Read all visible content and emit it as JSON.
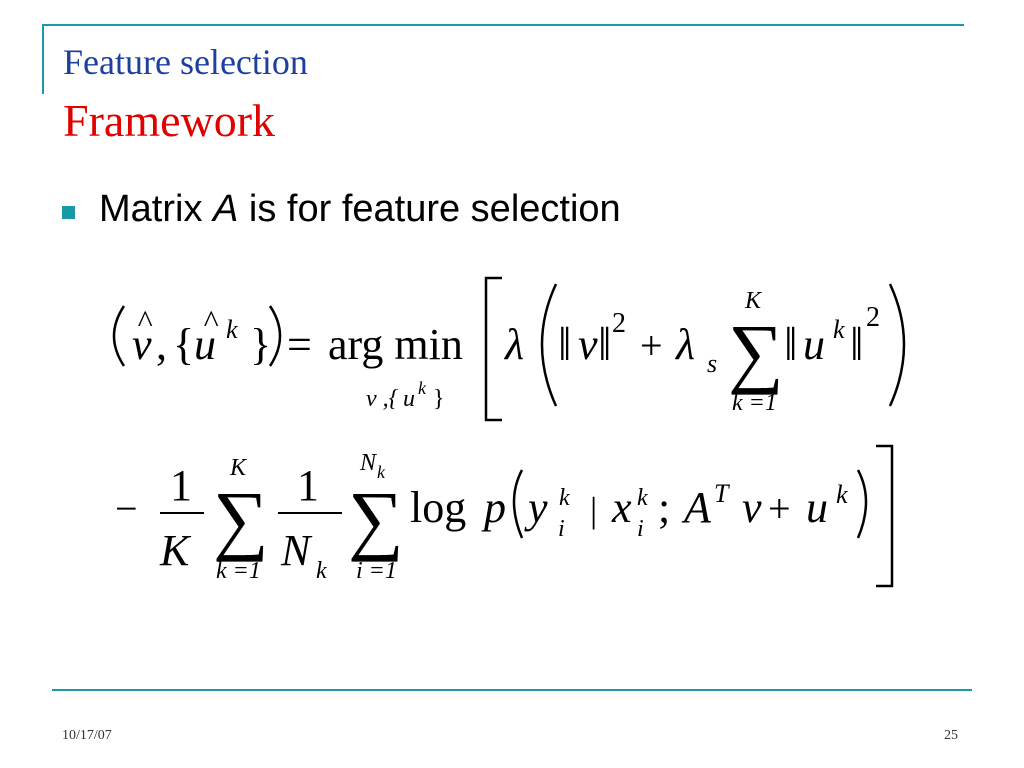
{
  "slide": {
    "title_top": "Feature selection",
    "title_main": "Framework",
    "bullet": {
      "prefix": "Matrix ",
      "emphasis": "A",
      "suffix": " is for feature selection"
    },
    "formula": {
      "argmin": "arg min",
      "log": "log",
      "sym_v": "v",
      "sym_u": "u",
      "sym_k_sup": "k",
      "sym_K": "K",
      "sym_N": "N",
      "sym_p": "p",
      "sym_y": "y",
      "sym_x": "x",
      "sym_A": "A",
      "sym_T": "T",
      "sym_i": "i",
      "sym_s": "s",
      "one": "1",
      "two": "2",
      "k_eq_1": "k =1",
      "i_eq_1": "i =1",
      "minus": "−",
      "plus": "+",
      "equals": "=",
      "lambda": "λ",
      "sigma": "∑",
      "comma": ",",
      "semicolon": ";",
      "bar": "|",
      "brace_open": "{",
      "brace_close": "}",
      "hat": "^",
      "sub_v_comma_brace": "v ,{",
      "norm": "‖"
    },
    "footer": {
      "date": "10/17/07",
      "page": "25"
    }
  },
  "colors": {
    "accent": "#1d9aa8",
    "title_blue": "#1f3f9c",
    "title_red": "#e00000"
  }
}
